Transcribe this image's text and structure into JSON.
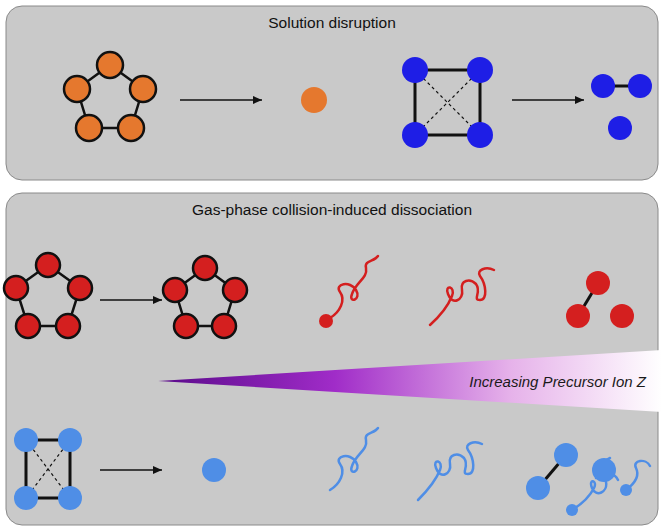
{
  "diagram": {
    "nodes": [
      {
        "text": [
          "Solution disruption"
        ]
      },
      {
        "text": [
          "Gas-phase collision-induced dissociation"
        ]
      },
      {
        "text": [
          "Increasing Precursor Ion Z"
        ],
        "in": 1
      }
    ]
  }
}
